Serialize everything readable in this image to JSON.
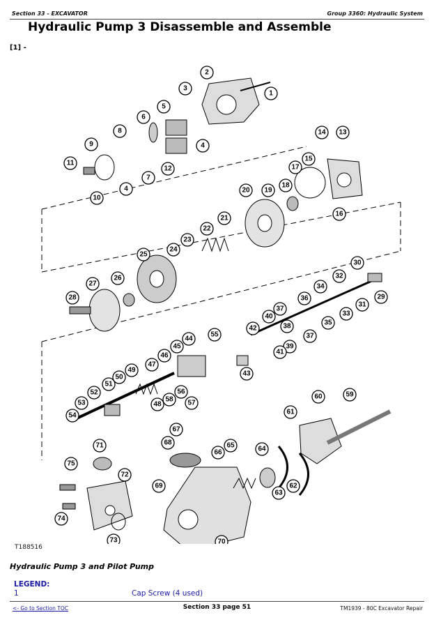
{
  "header": {
    "section": "Section 33 - EXCAVATOR",
    "group": "Group 3360: Hydraulic System"
  },
  "title": "Hydraulic Pump 3 Disassemble and Assemble",
  "reference": "[1] -",
  "figure": {
    "id": "T188516",
    "caption": "Hydraulic Pump 3 and Pilot Pump",
    "callouts": [
      "1",
      "2",
      "3",
      "4",
      "4",
      "5",
      "6",
      "7",
      "8",
      "9",
      "10",
      "11",
      "12",
      "13",
      "14",
      "15",
      "16",
      "17",
      "18",
      "19",
      "20",
      "21",
      "22",
      "23",
      "24",
      "25",
      "26",
      "27",
      "28",
      "29",
      "30",
      "31",
      "32",
      "33",
      "34",
      "35",
      "36",
      "37",
      "37",
      "38",
      "39",
      "40",
      "41",
      "42",
      "43",
      "44",
      "45",
      "46",
      "47",
      "48",
      "49",
      "50",
      "51",
      "52",
      "53",
      "54",
      "55",
      "56",
      "57",
      "58",
      "59",
      "60",
      "61",
      "62",
      "63",
      "64",
      "65",
      "66",
      "67",
      "68",
      "69",
      "70",
      "71",
      "72",
      "73",
      "74",
      "75"
    ]
  },
  "legend": {
    "heading": "LEGEND:",
    "items": [
      {
        "number": "1",
        "description": "Cap Screw (4 used)"
      }
    ]
  },
  "footer": {
    "toc_link": "<- Go to Section TOC",
    "page": "Section 33 page 51",
    "manual": "TM1939 - 80C Excavator Repair"
  }
}
